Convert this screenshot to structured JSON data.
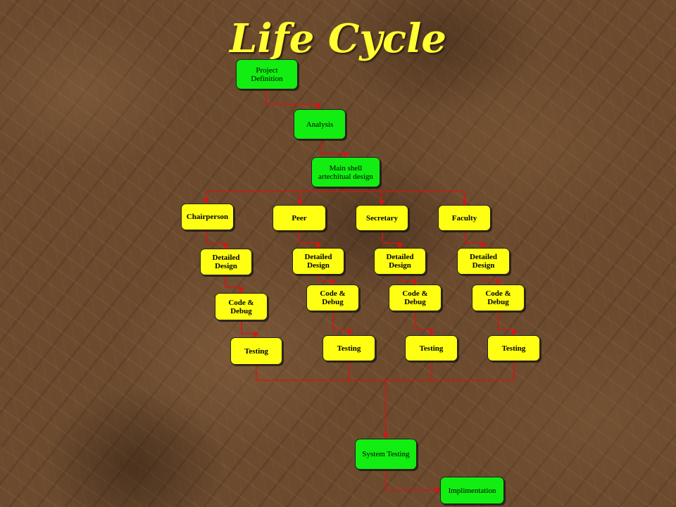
{
  "title": "Life Cycle",
  "nodes": {
    "project_definition": "Project\nDefinition",
    "analysis": "Analysis",
    "main_shell": "Main shell\nartechitual design",
    "system_testing": "System Testing",
    "implementation": "Implimentation"
  },
  "branches": [
    {
      "module": "Chairperson",
      "detailed_design": "Detailed\nDesign",
      "code_debug": "Code &\nDebug",
      "testing": "Testing"
    },
    {
      "module": "Peer",
      "detailed_design": "Detailed\nDesign",
      "code_debug": "Code &\nDebug",
      "testing": "Testing"
    },
    {
      "module": "Secretary",
      "detailed_design": "Detailed\nDesign",
      "code_debug": "Code &\nDebug",
      "testing": "Testing"
    },
    {
      "module": "Faculty",
      "detailed_design": "Detailed\nDesign",
      "code_debug": "Code &\nDebug",
      "testing": "Testing"
    }
  ],
  "colors": {
    "phase_box": "#12ee12",
    "module_box": "#ffff14",
    "connector": "#e01010",
    "title": "#ffff33"
  }
}
